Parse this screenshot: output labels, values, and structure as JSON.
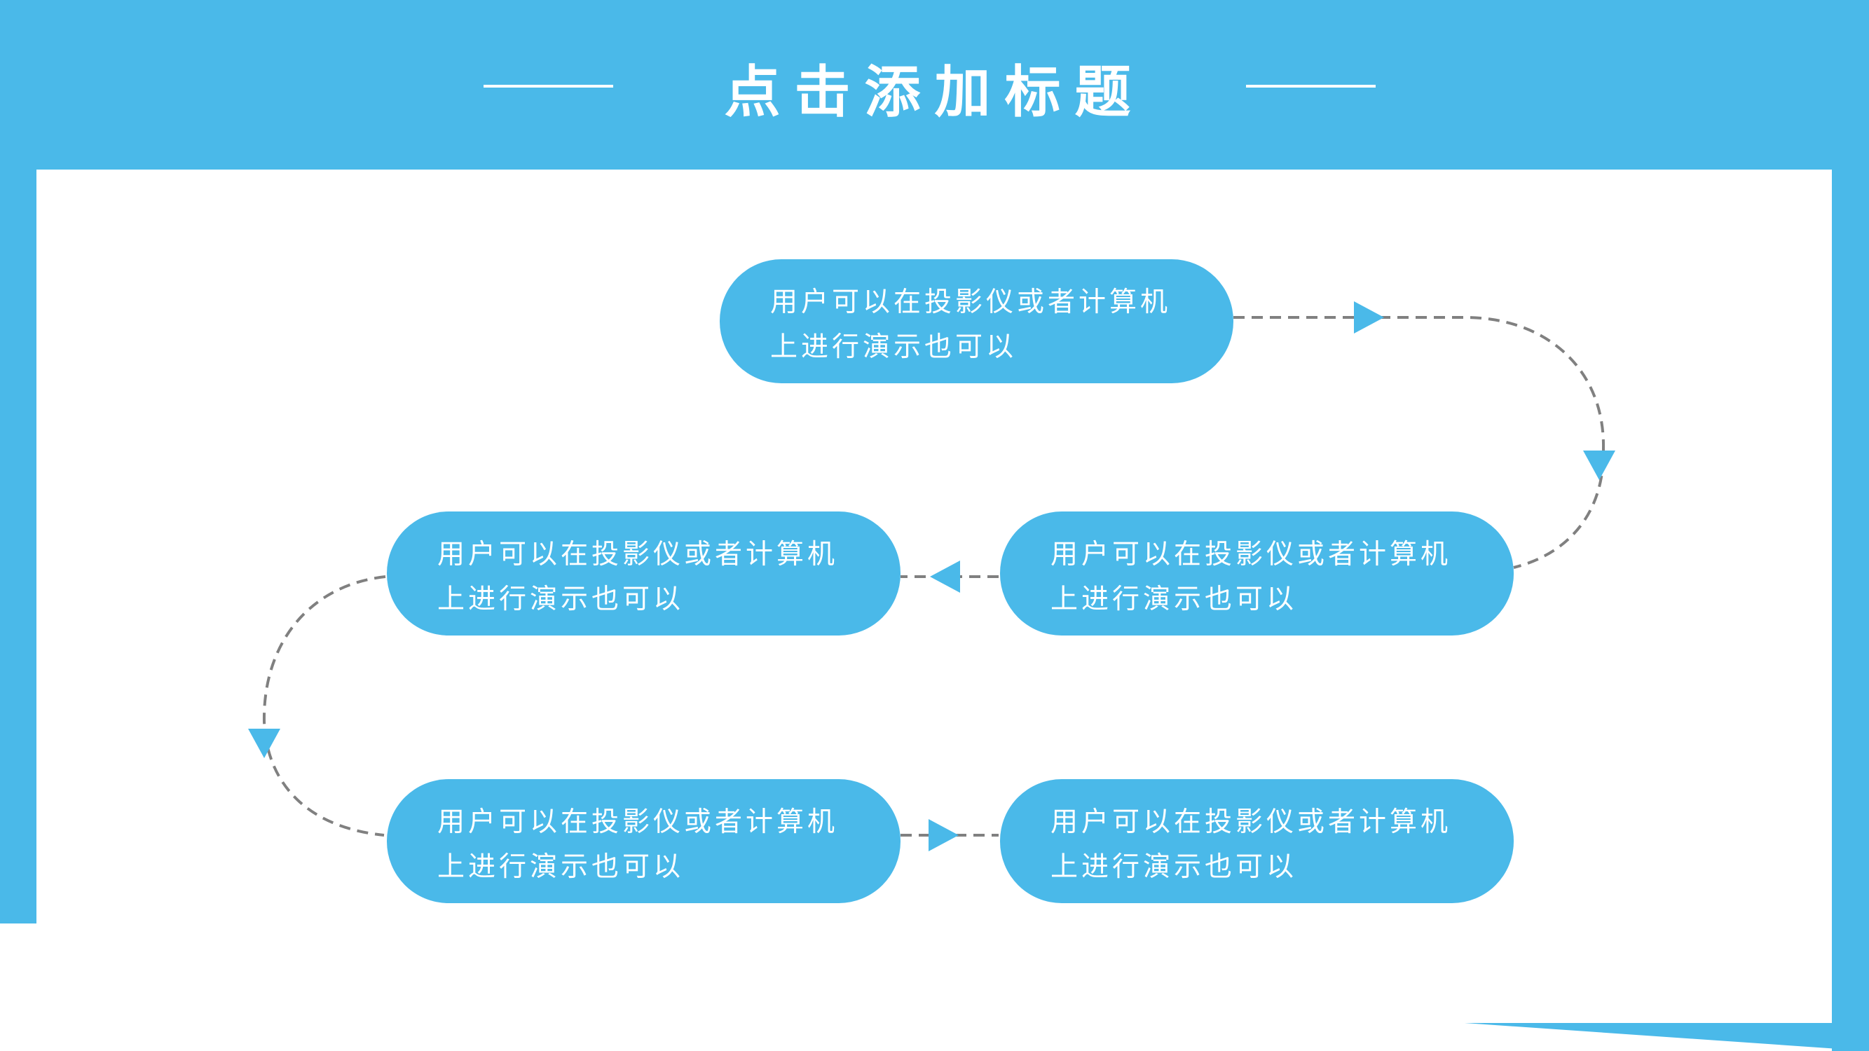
{
  "title": "点击添加标题",
  "colors": {
    "accent": "#4ab9e9",
    "background": "#ffffff",
    "connector": "#808080"
  },
  "steps": [
    {
      "line1": "用户可以在投影仪或者计算机",
      "line2": "上进行演示也可以"
    },
    {
      "line1": "用户可以在投影仪或者计算机",
      "line2": "上进行演示也可以"
    },
    {
      "line1": "用户可以在投影仪或者计算机",
      "line2": "上进行演示也可以"
    },
    {
      "line1": "用户可以在投影仪或者计算机",
      "line2": "上进行演示也可以"
    },
    {
      "line1": "用户可以在投影仪或者计算机",
      "line2": "上进行演示也可以"
    }
  ]
}
